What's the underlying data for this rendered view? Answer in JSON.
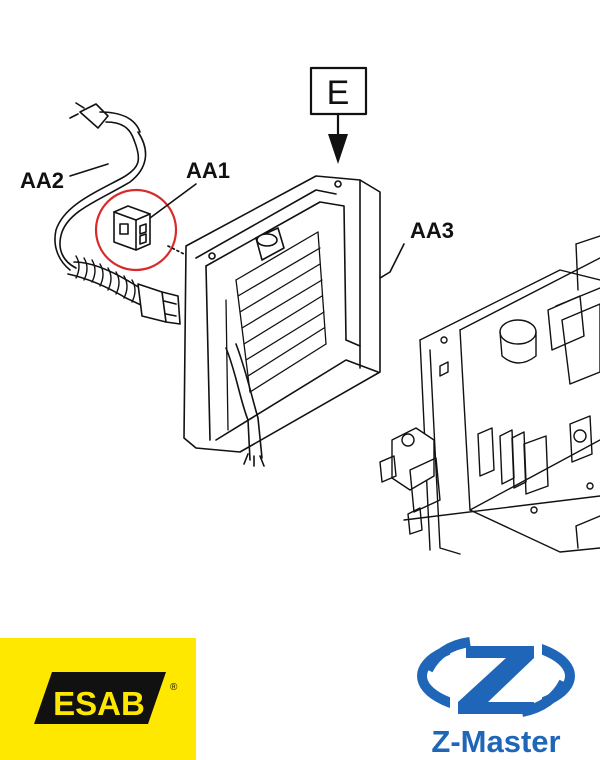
{
  "diagram": {
    "label_e": "E",
    "label_aa1": "AA1",
    "label_aa2": "AA2",
    "label_aa3": "AA3"
  },
  "logos": {
    "esab": "ESAB",
    "esab_mark": "®",
    "zmaster": "Z-Master"
  },
  "colors": {
    "esab_yellow": "#ffe800",
    "zmaster_blue": "#1f66b8",
    "highlight_circle": "#d92a2a"
  }
}
